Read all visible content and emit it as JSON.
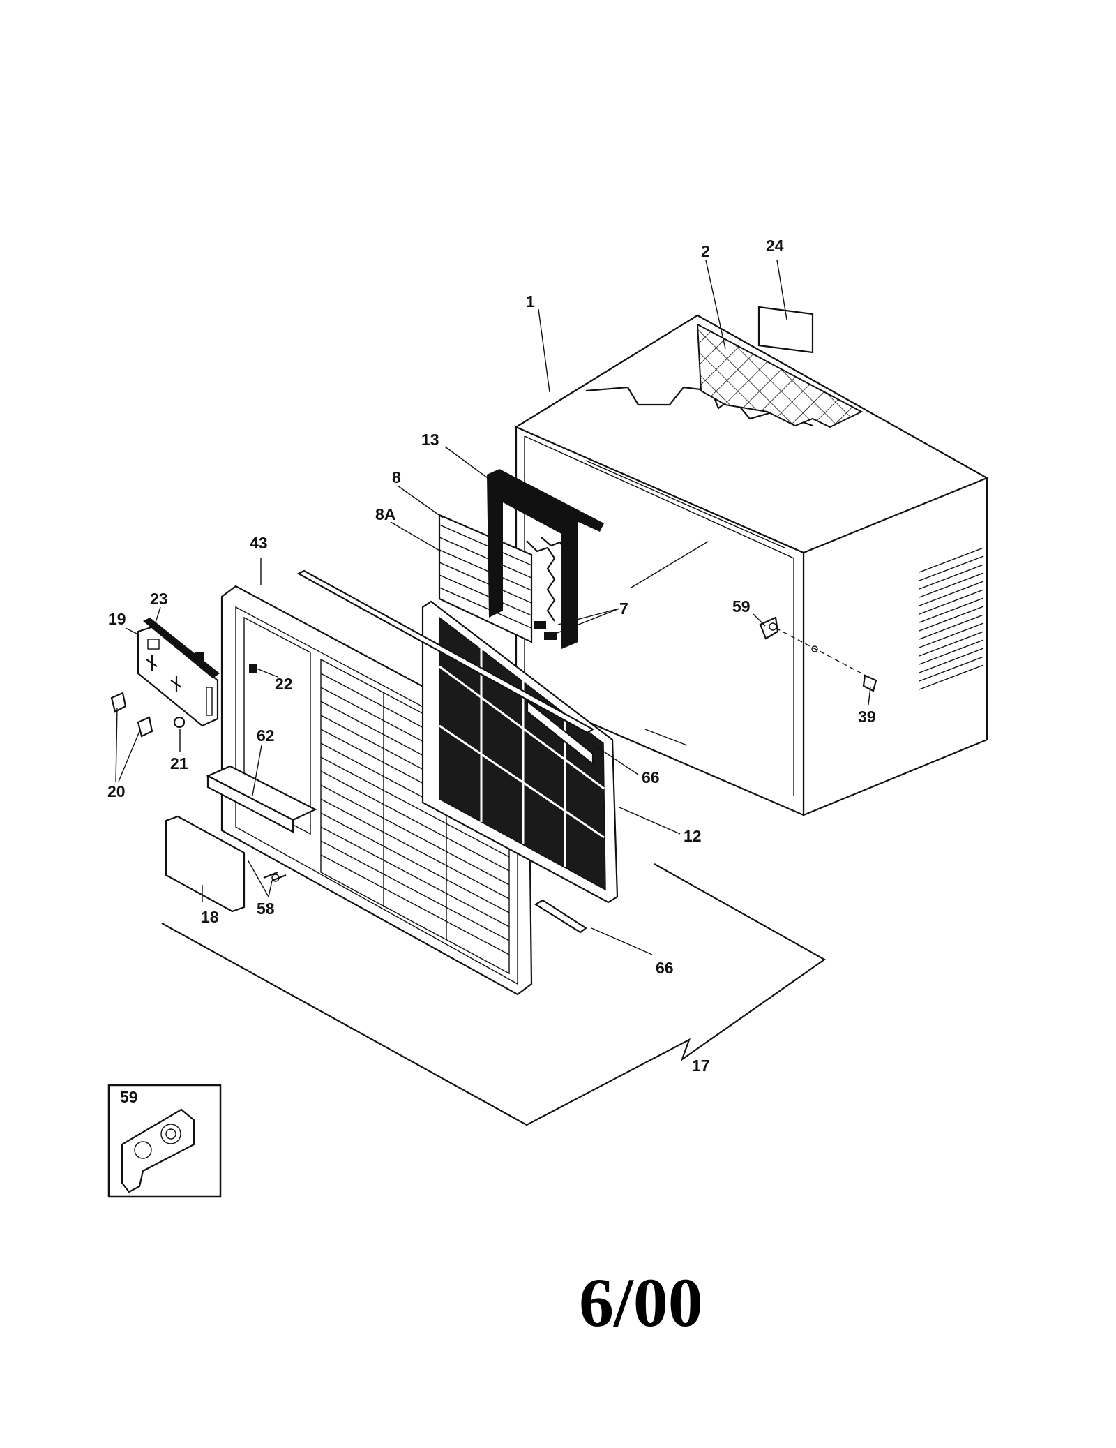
{
  "diagram": {
    "labels": {
      "p1": "1",
      "p2": "2",
      "p24": "24",
      "p13": "13",
      "p8": "8",
      "p8A": "8A",
      "p43": "43",
      "p7": "7",
      "p59": "59",
      "p23": "23",
      "p19": "19",
      "p22": "22",
      "p39": "39",
      "p62": "62",
      "p20": "20",
      "p21": "21",
      "p66a": "66",
      "p12": "12",
      "p18": "18",
      "p58": "58",
      "p66b": "66",
      "p17": "17",
      "inset59": "59"
    },
    "revision_date": "6/00"
  }
}
